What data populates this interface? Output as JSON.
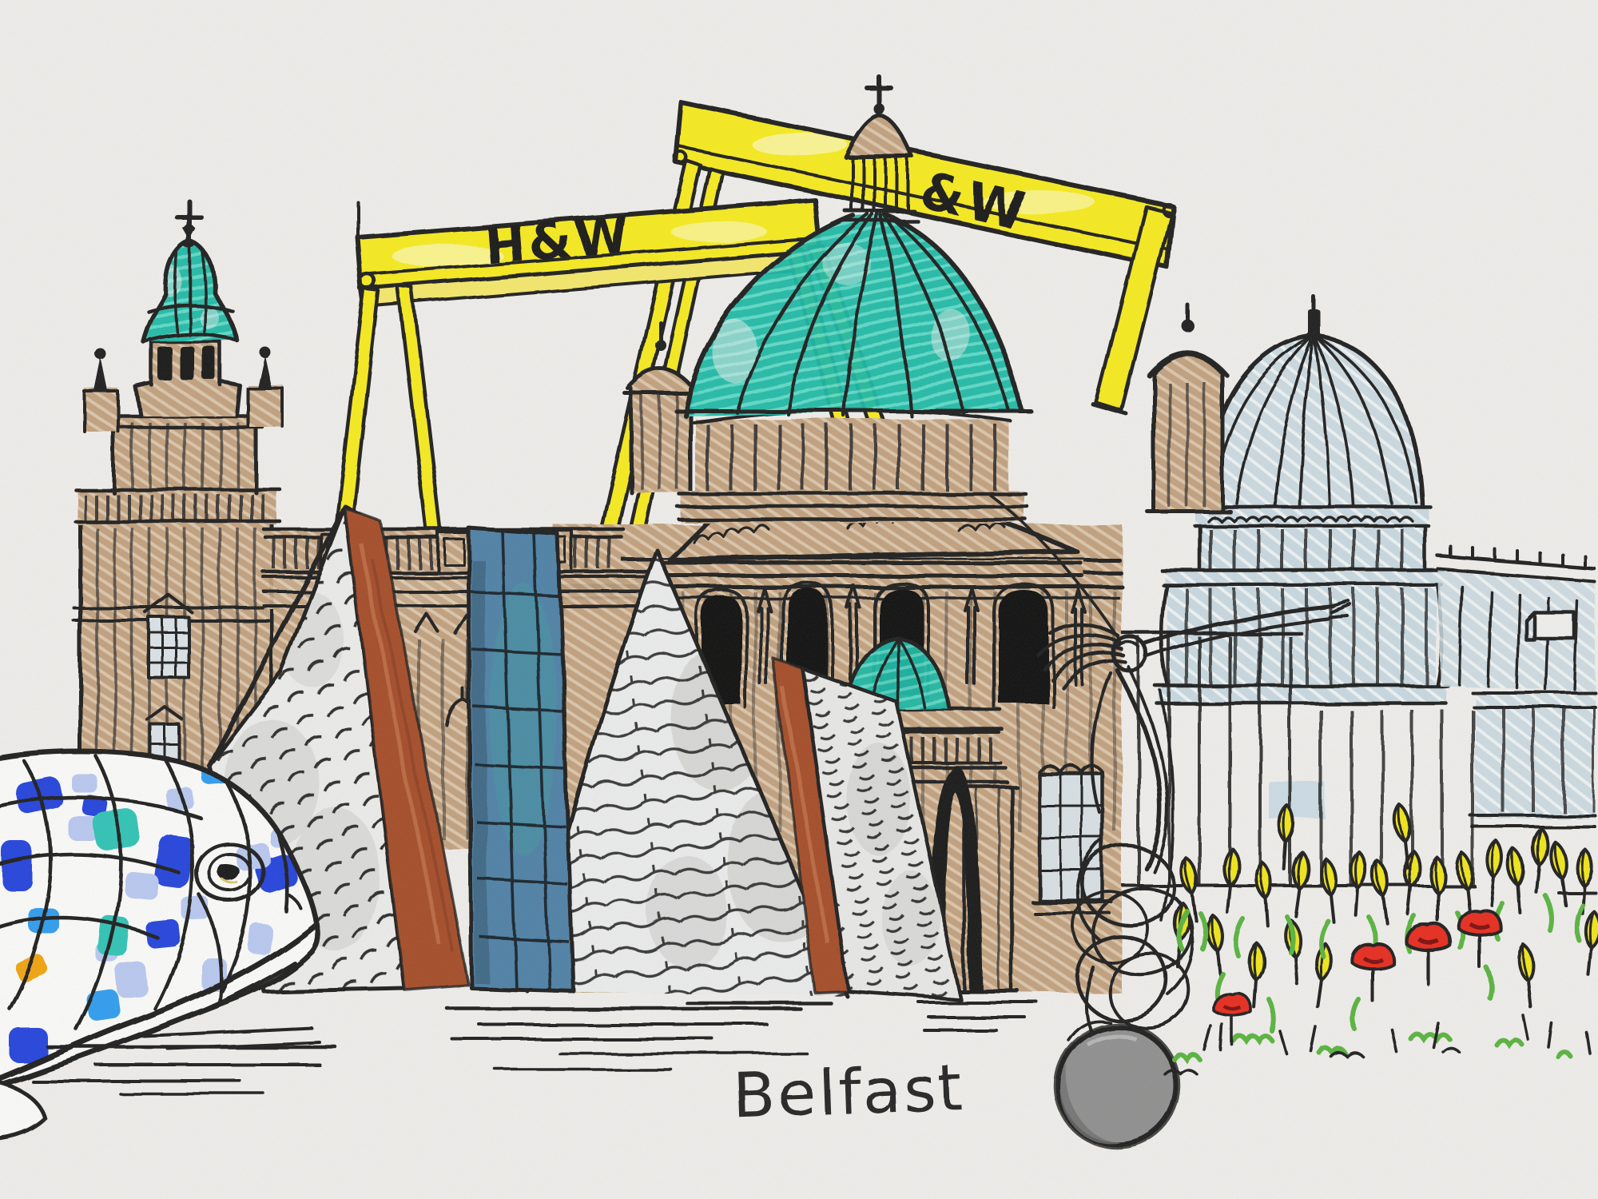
{
  "artwork": {
    "caption": "Belfast"
  },
  "cranes": {
    "front_label": "H&W",
    "back_label": "&W"
  },
  "landmarks": [
    "big-fish-mosaic-sculpture",
    "titanic-museum-angular-building",
    "harland-and-wolff-gantry-cranes",
    "city-hall-with-teal-copper-dome",
    "domed-tower-with-teal-cap",
    "stone-dome-building",
    "beacon-of-hope-figure-on-sphere",
    "tulip-and-poppy-flowerbed"
  ],
  "palette": {
    "paper": "#f0efec",
    "ink": "#1c1c1c",
    "crane_yellow": "#f8ec1c",
    "dome_teal": "#2cc7b2",
    "stone_tan": "#c7a988",
    "pale_blue_stone": "#ccdae3",
    "titanic_grey": "#d9d9d7",
    "rust": "#a54b28",
    "glass_blue": "#4e80a6",
    "fish_royal_blue": "#2443dd",
    "fish_sky_blue": "#2e9df0",
    "fish_pale_blue": "#b9c9f2",
    "fish_teal": "#2ec4b6",
    "fish_orange": "#f2a40c",
    "fish_eye_gold": "#8f7d18",
    "tulip_yellow": "#f2e713",
    "poppy_red": "#e8291c",
    "leaf_green": "#58b43c",
    "sphere_grey": "#8e8e8e"
  }
}
